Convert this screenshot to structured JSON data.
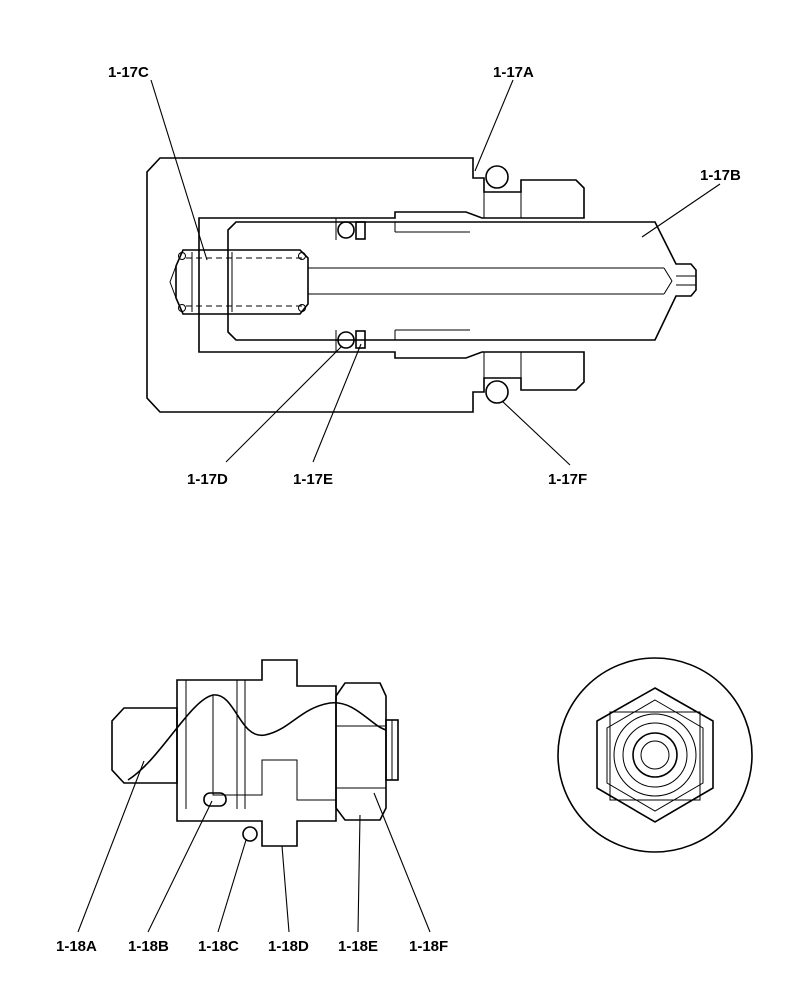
{
  "figure_17": {
    "labels": {
      "c": "1-17C",
      "a": "1-17A",
      "b": "1-17B",
      "d": "1-17D",
      "e": "1-17E",
      "f": "1-17F"
    }
  },
  "figure_18": {
    "labels": {
      "a": "1-18A",
      "b": "1-18B",
      "c": "1-18C",
      "d": "1-18D",
      "e": "1-18E",
      "f": "1-18F"
    }
  }
}
